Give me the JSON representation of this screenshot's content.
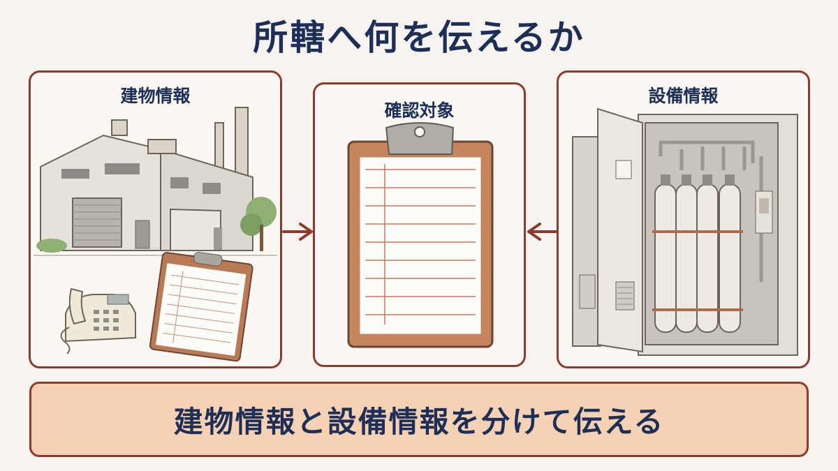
{
  "title": "所轄へ何を伝えるか",
  "panels": {
    "building": {
      "label": "建物情報"
    },
    "check": {
      "label": "確認対象"
    },
    "equipment": {
      "label": "設備情報"
    }
  },
  "summary": "建物情報と設備情報を分けて伝える",
  "colors": {
    "navy": "#1e2f57",
    "border": "#8a3b2e",
    "summary_bg": "#f6d1b4"
  },
  "icons": [
    "factory-icon",
    "telephone-icon",
    "clipboard-icon",
    "gas-cylinder-cabinet-icon",
    "arrow-right-icon",
    "arrow-left-icon"
  ]
}
